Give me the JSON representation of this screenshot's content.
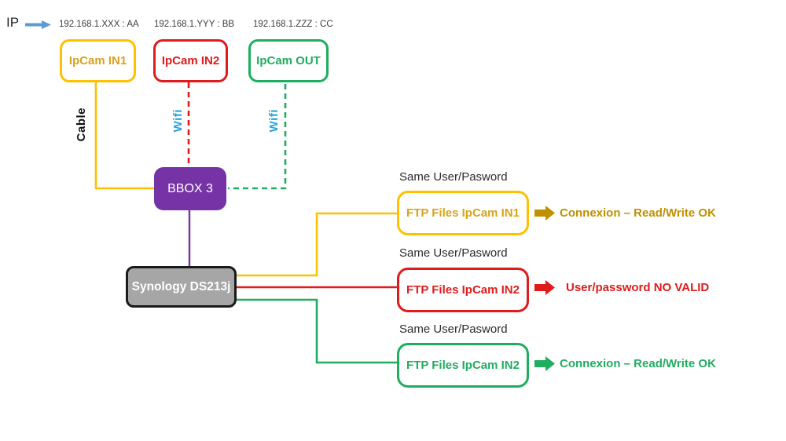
{
  "colors": {
    "gold": "#FFC000",
    "gold_text": "#D9A21B",
    "gold_dark": "#BF9000",
    "red": "#E01B1B",
    "green": "#1FAD5F",
    "purple": "#7633A6",
    "gray_box": "#A6A6A6",
    "blue_arrow": "#5B9BD5",
    "wifi_blue": "#27A5DC"
  },
  "header": {
    "ip_label": "IP",
    "addresses": [
      "192.168.1.XXX : AA",
      "192.168.1.YYY : BB",
      "192.168.1.ZZZ : CC"
    ]
  },
  "cameras": [
    {
      "label": "IpCam IN1",
      "color": "#FFC000"
    },
    {
      "label": "IpCam IN2",
      "color": "#E01B1B"
    },
    {
      "label": "IpCam OUT",
      "color": "#1FAD5F"
    }
  ],
  "links": {
    "cable_label": "Cable",
    "wifi_labels": [
      "Wifi",
      "Wifi"
    ]
  },
  "router": {
    "label": "BBOX 3"
  },
  "nas": {
    "label": "Synology DS213j"
  },
  "ftp_rows": [
    {
      "note": "Same User/Pasword",
      "box_label": "FTP Files IpCam IN1",
      "status": "Connexion – Read/Write OK",
      "color": "#BF9000"
    },
    {
      "note": "Same User/Pasword",
      "box_label": "FTP Files IpCam IN2",
      "status": "User/password NO VALID",
      "color": "#E01B1B"
    },
    {
      "note": "Same User/Pasword",
      "box_label": "FTP Files IpCam IN2",
      "status": "Connexion – Read/Write OK",
      "color": "#1FAD5F"
    }
  ]
}
